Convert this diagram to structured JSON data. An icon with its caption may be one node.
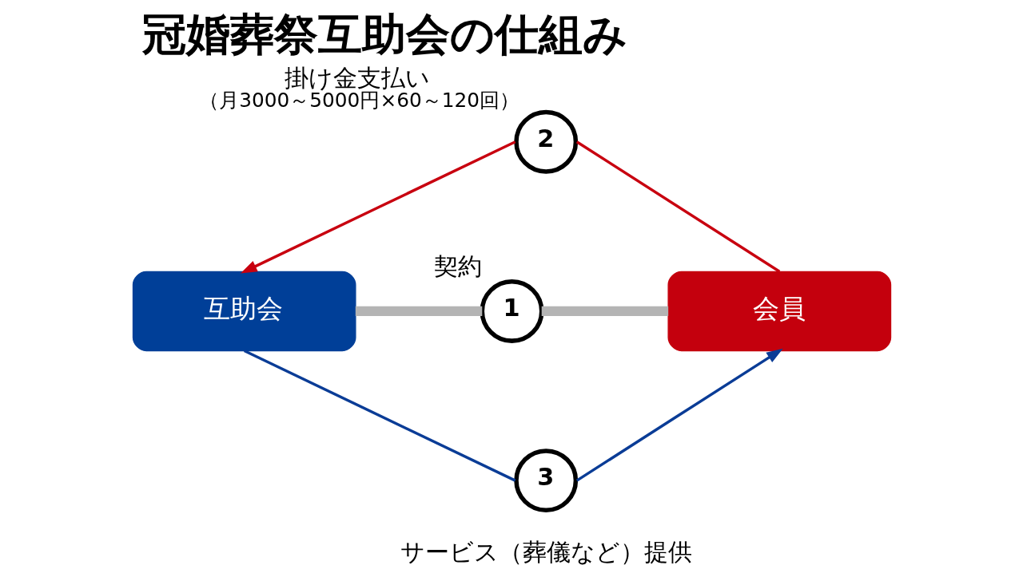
{
  "diagram": {
    "title": "冠婚葬祭互助会の仕組み",
    "nodes": [
      {
        "text": [
          "2"
        ],
        "beside": [
          "掛け金支払い",
          "（月3000～5000円×60～120回）"
        ]
      },
      {
        "text": [
          "互助会"
        ]
      },
      {
        "text": [
          "1"
        ],
        "beside": [
          "契約"
        ]
      },
      {
        "text": [
          "会員"
        ]
      },
      {
        "text": [
          "3"
        ],
        "beside": [
          "サービス（葬儀など）提供"
        ]
      }
    ],
    "edges": [
      {
        "from": 3,
        "to": 0,
        "arrow": "none",
        "color": "#c8000f"
      },
      {
        "from": 0,
        "to": 1,
        "arrow": "to",
        "color": "#c8000f"
      },
      {
        "from": 1,
        "to": 2,
        "arrow": "none",
        "style": "thick",
        "color": "#b4b4b4"
      },
      {
        "from": 2,
        "to": 3,
        "arrow": "none",
        "style": "thick",
        "color": "#b4b4b4"
      },
      {
        "from": 1,
        "to": 4,
        "arrow": "none",
        "color": "#0a3c96"
      },
      {
        "from": 4,
        "to": 3,
        "arrow": "to",
        "color": "#0a3c96"
      }
    ]
  }
}
